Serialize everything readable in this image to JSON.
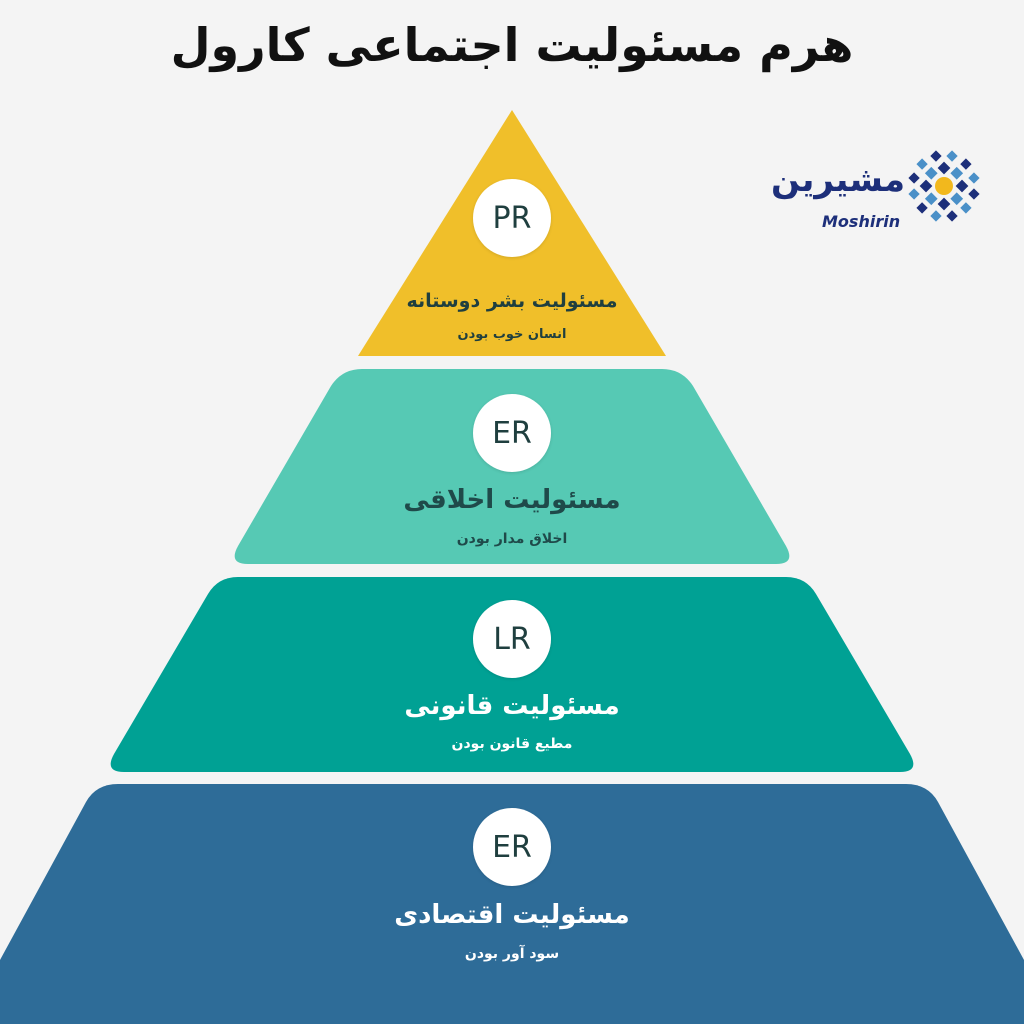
{
  "title": "هرم مسئولیت اجتماعی کارول",
  "logo": {
    "fa": "مشیرین",
    "en": "Moshirin",
    "icon": "flower-mosaic-icon",
    "colors": {
      "primary": "#1d2f7a",
      "secondary": "#4a90c8",
      "accent": "#f2b81d"
    }
  },
  "levels": [
    {
      "badge": "PR",
      "title": "مسئولیت بشر دوستانه",
      "subtitle": "انسان خوب بودن",
      "color": "#f0bf2a",
      "text_color": "#1f3f3f"
    },
    {
      "badge": "ER",
      "title": "مسئولیت اخلاقی",
      "subtitle": "اخلاق مدار بودن",
      "color": "#56c9b4",
      "text_color": "#1f4a4a"
    },
    {
      "badge": "LR",
      "title": "مسئولیت قانونی",
      "subtitle": "مطیع قانون بودن",
      "color": "#00a194",
      "text_color": "#ffffff"
    },
    {
      "badge": "ER",
      "title": "مسئولیت اقتصادی",
      "subtitle": "سود آور بودن",
      "color": "#2e6c98",
      "text_color": "#ffffff"
    }
  ]
}
